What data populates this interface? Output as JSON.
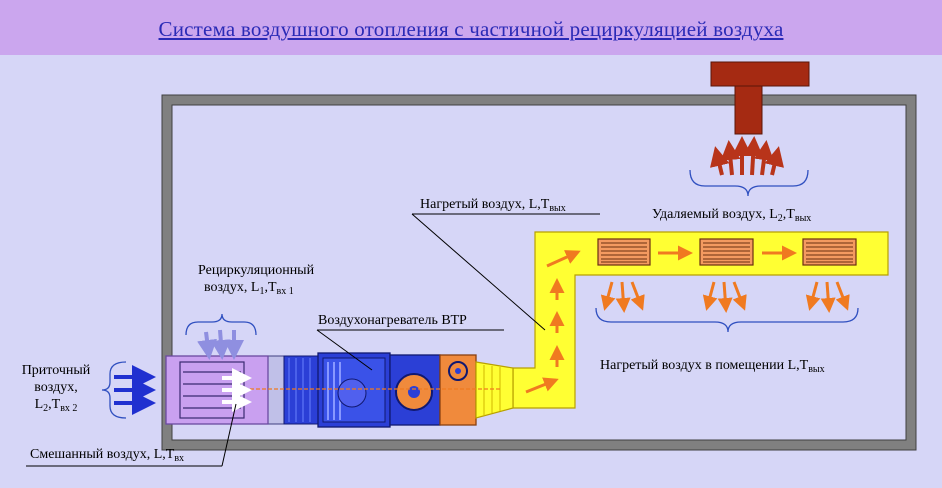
{
  "title": "Система воздушного отопления с частичной рециркуляцией воздуха",
  "labels": {
    "supply": {
      "line1": "Приточный",
      "line2": "воздух,",
      "line3_main": "L",
      "line3_sub1": "2",
      "line3_mid": ",T",
      "line3_sub2": "вх 2"
    },
    "recirc": {
      "line1": "Рециркуляционный",
      "line2_main": "воздух,  L",
      "line2_sub1": "1",
      "line2_mid": ",T",
      "line2_sub2": "вх 1"
    },
    "mixed": {
      "main": "Смешанный воздух, L,T",
      "sub": "вх"
    },
    "heater": {
      "text": "Воздухонагреватель ВТР"
    },
    "heated": {
      "main": "Нагретый воздух, L,T",
      "sub": "вых"
    },
    "exhaust": {
      "main": "Удаляемый воздух, L",
      "sub1": "2",
      "mid": ",T",
      "sub2": "вых"
    },
    "room": {
      "main": "Нагретый воздух в помещении L,T",
      "sub": "вых"
    }
  },
  "colors": {
    "title_bar": "#cba6ee",
    "background": "#d6d6f7",
    "duct": "#ffff33",
    "heater_unit": "#2b3fd6",
    "fan_section": "#f08a3c",
    "mixing_box": "#c9a0f0",
    "exhaust_hood": "#a52a12",
    "arrow_blue": "#2030d0",
    "arrow_orange": "#f07a20"
  }
}
